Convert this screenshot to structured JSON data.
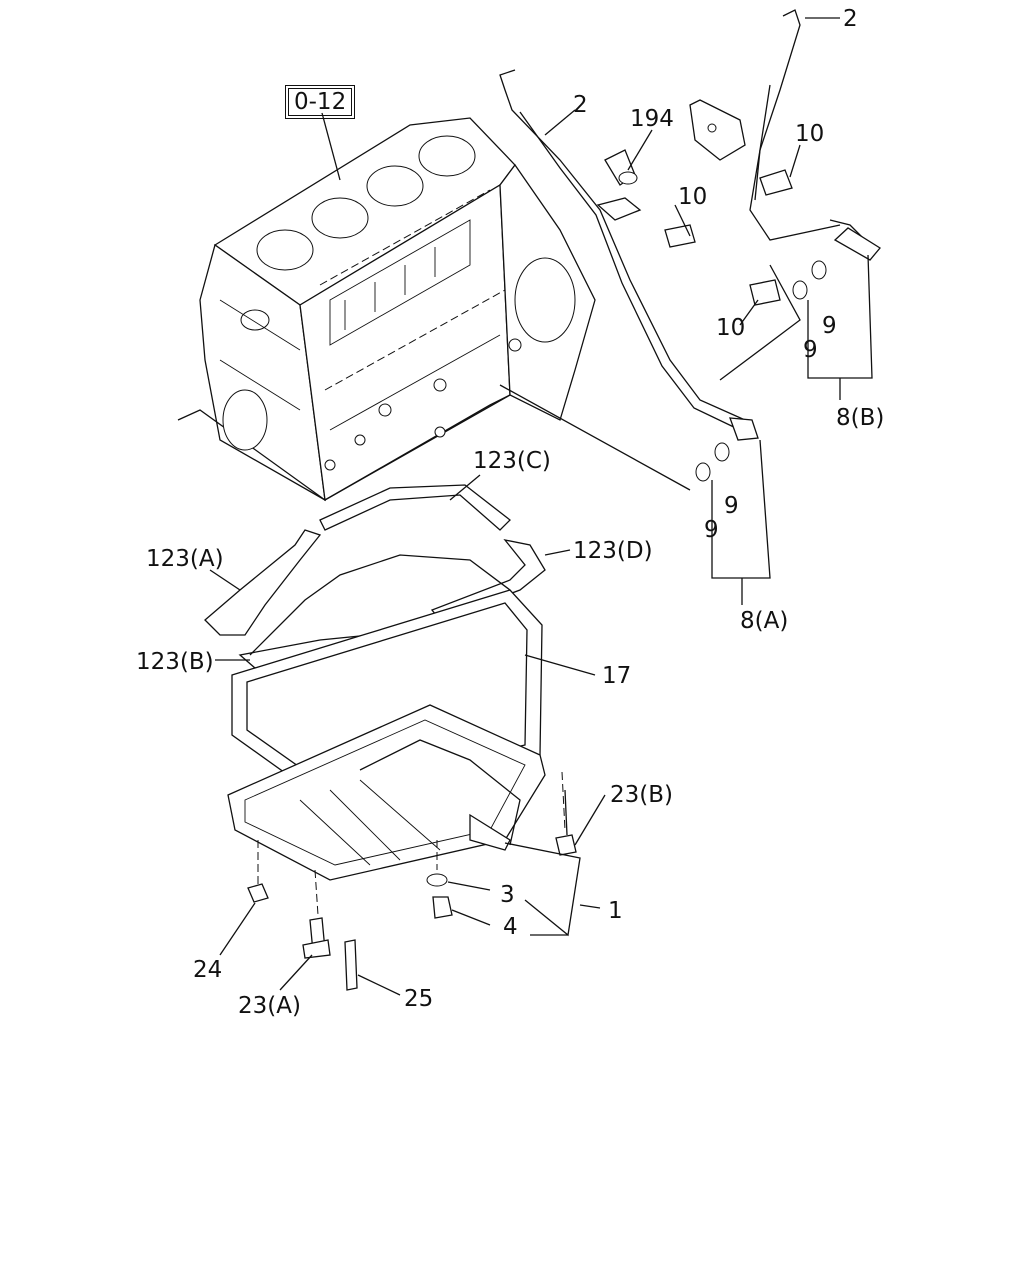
{
  "diagram": {
    "reference_box": "0-12",
    "callouts": {
      "dipstick_upper": "2",
      "dipstick_lower": "2",
      "guide_pin": "194",
      "bolt_a": "10",
      "bolt_b": "10",
      "bolt_c": "10",
      "washer_b1": "9",
      "washer_b2": "9",
      "tube_b": "8(B)",
      "washer_a1": "9",
      "washer_a2": "9",
      "tube_a": "8(A)",
      "gasket_c": "123(C)",
      "gasket_a": "123(A)",
      "gasket_d": "123(D)",
      "gasket_b": "123(B)",
      "pan_gasket": "17",
      "bolt_23b": "23(B)",
      "washer_3": "3",
      "oil_pan": "1",
      "drain_plug_4": "4",
      "nut_24": "24",
      "bolt_23a": "23(A)",
      "stud_25": "25"
    }
  }
}
